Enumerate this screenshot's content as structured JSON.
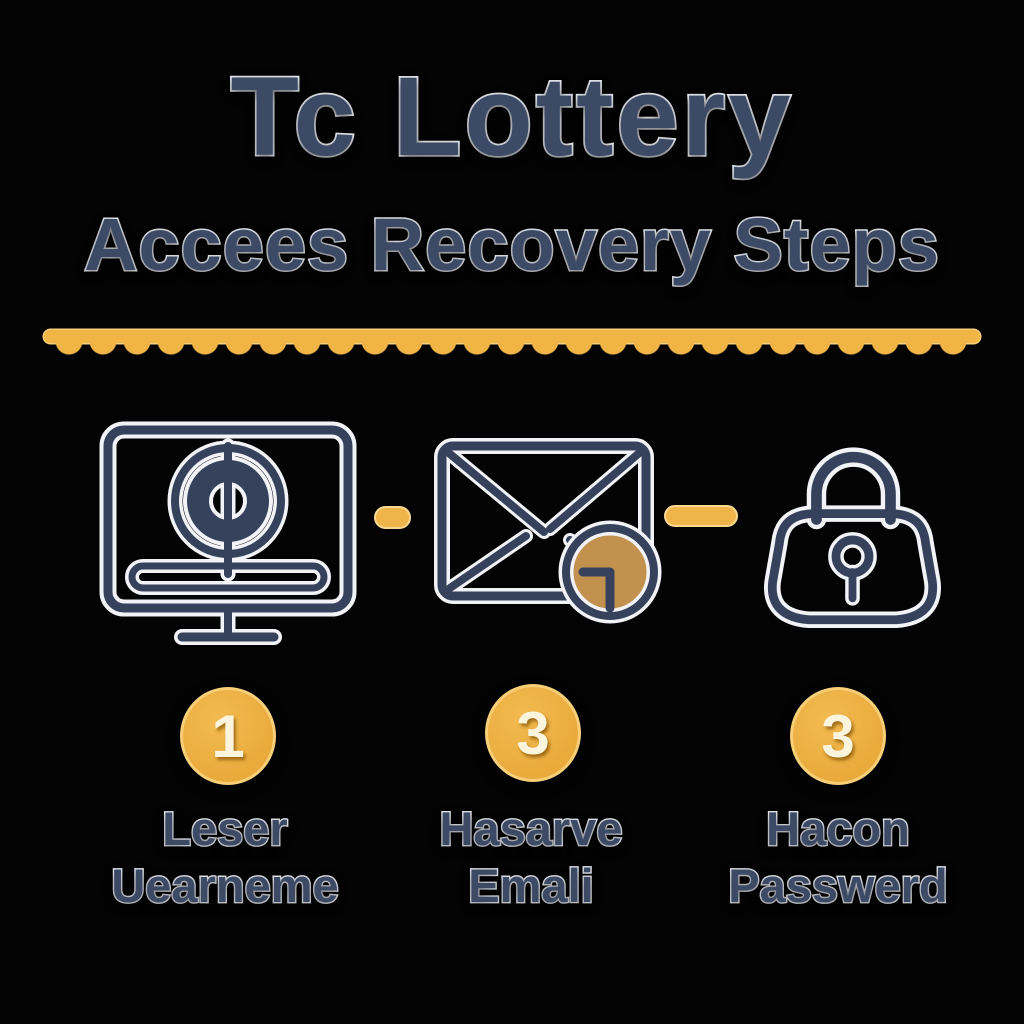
{
  "header": {
    "title": "Tc Lottery",
    "subtitle": "Accees Recovery Steps"
  },
  "steps": [
    {
      "icon": "monitor-target-icon",
      "number": "1",
      "label_line1": "Leser",
      "label_line2": "Uearneme"
    },
    {
      "icon": "envelope-clock-icon",
      "number": "3",
      "label_line1": "Hasarve",
      "label_line2": "Emali"
    },
    {
      "icon": "padlock-icon",
      "number": "3",
      "label_line1": "Hacon",
      "label_line2": "Passwerd"
    }
  ],
  "colors": {
    "background": "#030303",
    "heading_fill": "#3c4a66",
    "heading_outline": "#e9ebf1",
    "icon_stroke": "#36425c",
    "icon_outline": "#f2f3f6",
    "gold_divider": "#f0b545",
    "gold_connector": "#efb54a",
    "badge_fill": "#ecae3f",
    "badge_rim": "#f6cf78",
    "badge_number": "#fcf5dd",
    "clock_face_fill": "#c3914e"
  }
}
